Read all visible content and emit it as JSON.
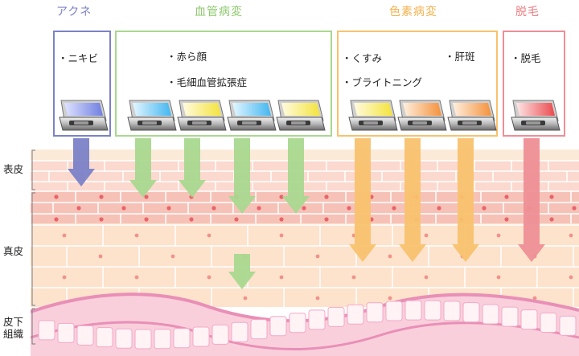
{
  "categories": [
    {
      "title": "アクネ",
      "color": "#7b82c7"
    },
    {
      "title": "血管病変",
      "color": "#8fca6f"
    },
    {
      "title": "色素病変",
      "color": "#f3b24d"
    },
    {
      "title": "脱毛",
      "color": "#ec7f85"
    }
  ],
  "items": {
    "acne": [
      "・ニキビ"
    ],
    "vascular": [
      "・赤ら顔",
      "・毛細血管拡張症"
    ],
    "pigment": [
      "・くすみ",
      "・ブライトニング",
      "・肝斑"
    ],
    "hair": [
      "・脱毛"
    ]
  },
  "layers": {
    "epidermis": "表皮",
    "dermis": "真皮",
    "subcutis": "皮下\n組織"
  },
  "device_filters": [
    "blue",
    "cyan",
    "yellow",
    "cyan",
    "yellow",
    "yellow",
    "orange",
    "orange",
    "red"
  ],
  "colors": {
    "acne": "#7b82c7",
    "vascular": "#a9d88f",
    "pigment": "#f8c26e",
    "hair": "#ee8f95",
    "skin_top": "#fbe3d6",
    "skin_cells": "#f5c4b6",
    "dermis": "#fde0cb",
    "fat": "#f7c8d6"
  }
}
